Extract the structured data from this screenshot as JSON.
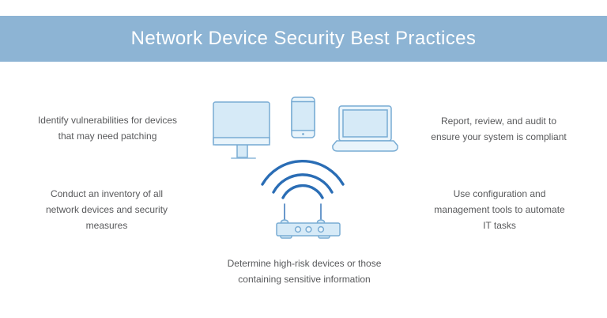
{
  "header": {
    "title": "Network Device Security Best Practices"
  },
  "captions": {
    "identify": {
      "lines": [
        "Identify vulnerabilities for devices",
        "that may need patching"
      ]
    },
    "inventory": {
      "lines": [
        "Conduct an inventory of all",
        "network devices and security",
        "measures"
      ]
    },
    "report": {
      "lines": [
        "Report, review, and audit to",
        "ensure your system is compliant"
      ]
    },
    "configure": {
      "lines": [
        "Use configuration and",
        "management tools to automate",
        "IT tasks"
      ]
    },
    "high_risk": {
      "lines": [
        "Determine high-risk devices or those",
        "containing sensitive information"
      ]
    }
  },
  "illustration": {
    "icons": [
      "desktop-monitor-icon",
      "smartphone-icon",
      "laptop-icon",
      "wifi-signal-icon",
      "router-icon"
    ]
  },
  "theme": {
    "page_bg": "#ffffff",
    "banner_bg": "#8db4d4",
    "banner_text": "#ffffff",
    "body_text": "#58595b",
    "icon_fill": "#d6eaf7",
    "icon_fill_light": "#e9f4fb",
    "icon_stroke": "#79acd4",
    "wifi_stroke": "#2a6db5"
  }
}
